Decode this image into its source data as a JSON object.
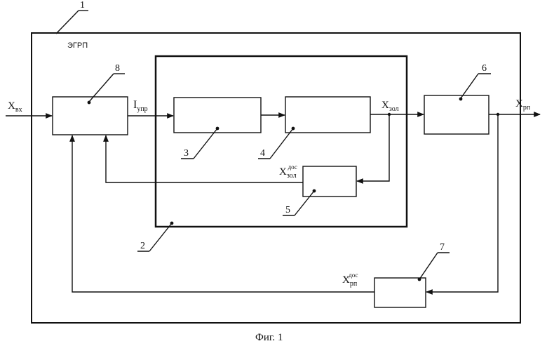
{
  "diagram": {
    "system_label": "ЭГРП",
    "caption": "Фиг. 1",
    "callouts": {
      "n1": "1",
      "n2": "2",
      "n3": "3",
      "n4": "4",
      "n5": "5",
      "n6": "6",
      "n7": "7",
      "n8": "8"
    },
    "signals": {
      "x_in_main": "X",
      "x_in_sub": "вх",
      "i_ctrl_main": "I",
      "i_ctrl_sub": "упр",
      "x_zol_main": "X",
      "x_zol_sub": "зол",
      "x_rp_main": "X",
      "x_rp_sub": "рп",
      "x_zol_fb_main": "X",
      "x_zol_fb_sub": "зол",
      "x_zol_fb_sup": "дос",
      "x_rp_fb_main": "X",
      "x_rp_fb_sub": "рп",
      "x_rp_fb_sup": "дос"
    }
  }
}
